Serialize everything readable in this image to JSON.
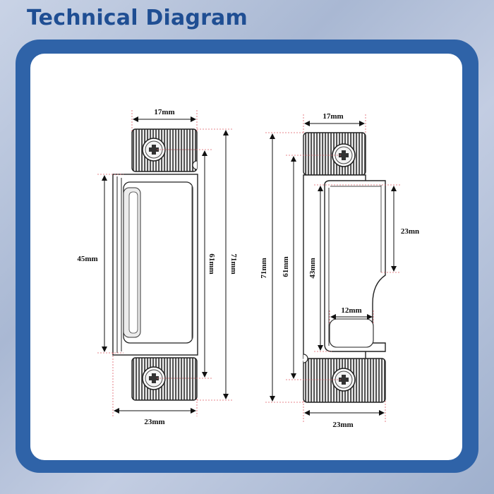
{
  "title": "Technical Diagram",
  "colors": {
    "title": "#1f4e93",
    "frame": "#2f63a8",
    "card": "#ffffff",
    "guide_line": "#e0606a"
  },
  "left_part": {
    "dims": {
      "top_width": "17mm",
      "bottom_width": "23mm",
      "inner_height": "45mm",
      "screw_spacing": "61mm",
      "total_height": "71mm"
    }
  },
  "right_part": {
    "dims": {
      "top_width": "17mm",
      "bottom_width": "23mm",
      "total_height": "71mm",
      "screw_spacing": "61mm",
      "catch_height": "43mm",
      "hook_depth": "23mn",
      "slot_width": "12mm"
    }
  }
}
